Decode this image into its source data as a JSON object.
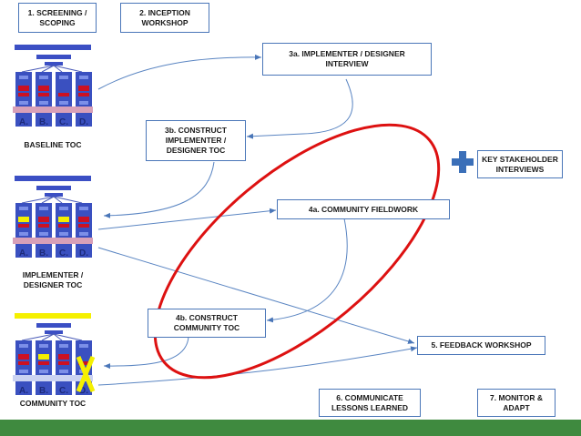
{
  "boxes": {
    "step1": "1. SCREENING /\nSCOPING",
    "step2": "2. INCEPTION\nWORKSHOP",
    "step3a": "3a. IMPLEMENTER / DESIGNER\nINTERVIEW",
    "step3b": "3b. CONSTRUCT\nIMPLEMENTER /\nDESIGNER TOC",
    "stakeholder": "KEY STAKEHOLDER\nINTERVIEWS",
    "step4a": "4a. COMMUNITY FIELDWORK",
    "step4b": "4b. CONSTRUCT\nCOMMUNITY TOC",
    "step5": "5. FEEDBACK WORKSHOP",
    "step6": "6. COMMUNICATE\nLESSONS LEARNED",
    "step7": "7. MONITOR &\nADAPT"
  },
  "labels": {
    "baseline": "BASELINE TOC",
    "implementer": "IMPLEMENTER /\nDESIGNER TOC",
    "community": "COMMUNITY TOC"
  },
  "toc_columns": [
    "A.",
    "B.",
    "C.",
    "D."
  ],
  "colors": {
    "box_border": "#4a76b8",
    "toc_blue": "#3b4fc4",
    "toc_red": "#cc1122",
    "toc_yellow": "#f5f000",
    "ellipse_red": "#dd1111",
    "plus_blue": "#3b6fb8",
    "footer_green": "#3f8a3f"
  }
}
